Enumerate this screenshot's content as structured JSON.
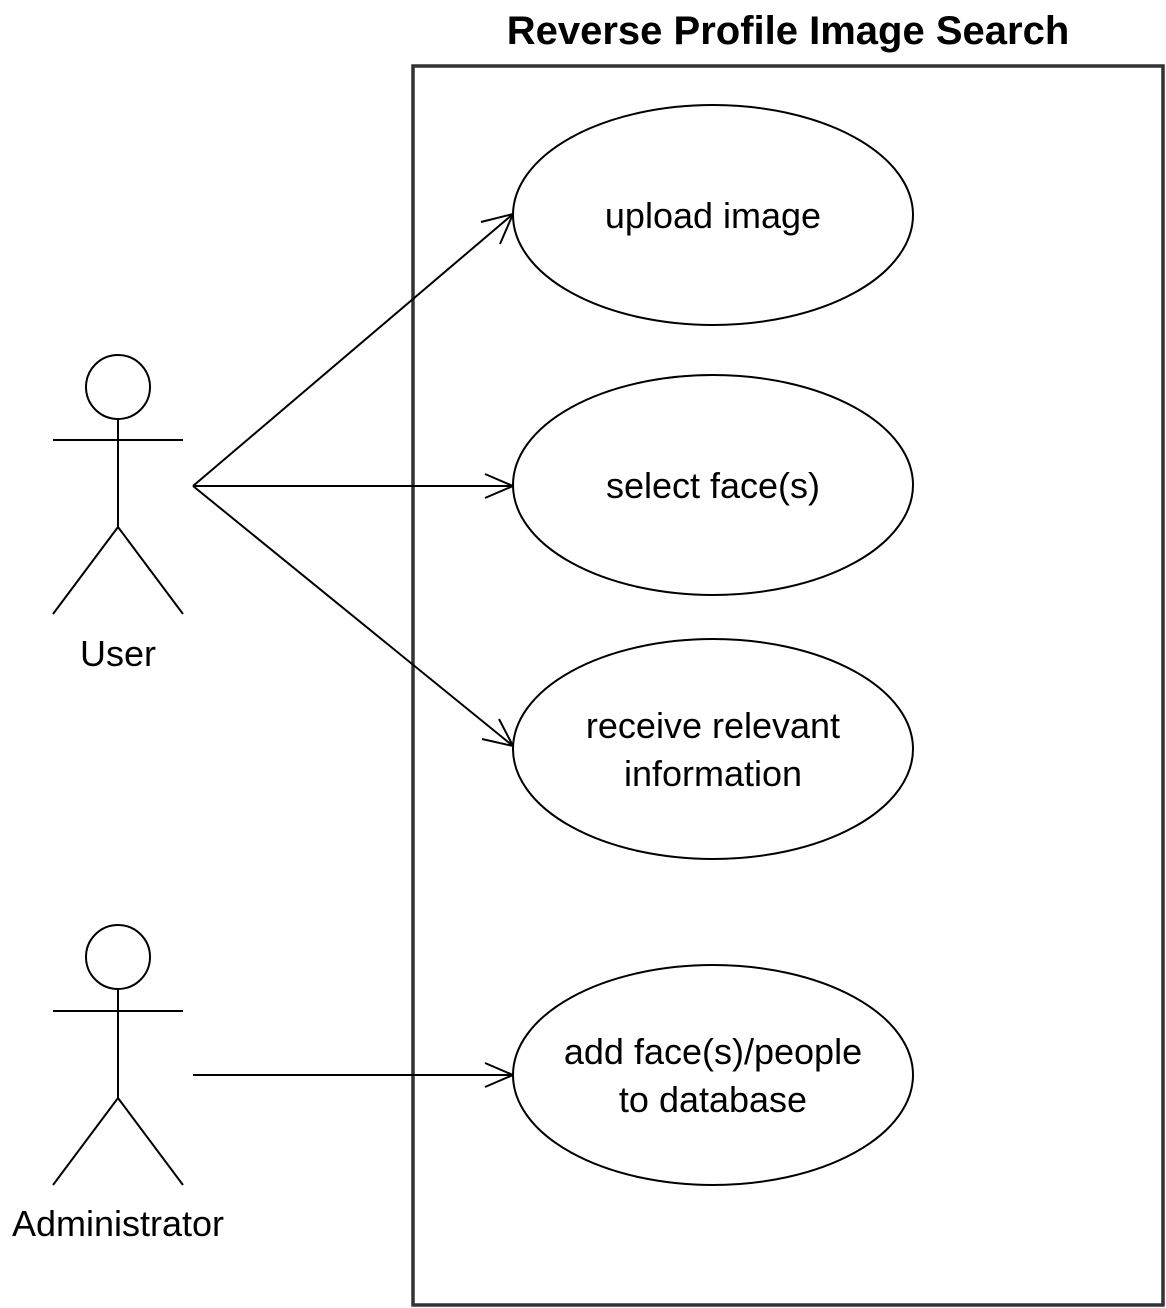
{
  "diagram": {
    "type": "uml-use-case",
    "system": {
      "title": "Reverse Profile Image Search"
    },
    "actors": [
      {
        "id": "user",
        "label": "User"
      },
      {
        "id": "administrator",
        "label": "Administrator"
      }
    ],
    "use_cases": [
      {
        "id": "upload",
        "lines": [
          "upload image"
        ]
      },
      {
        "id": "select",
        "lines": [
          "select face(s)"
        ]
      },
      {
        "id": "receive",
        "lines": [
          "receive relevant",
          "information"
        ]
      },
      {
        "id": "add",
        "lines": [
          "add face(s)/people",
          "to database"
        ]
      }
    ],
    "associations": [
      {
        "from": "user",
        "to": "upload",
        "arrow": "open"
      },
      {
        "from": "user",
        "to": "select",
        "arrow": "open"
      },
      {
        "from": "user",
        "to": "receive",
        "arrow": "open"
      },
      {
        "from": "administrator",
        "to": "add",
        "arrow": "open"
      }
    ],
    "colors": {
      "stroke": "#000000",
      "boundary_stroke": "#333333",
      "background": "#ffffff"
    }
  }
}
